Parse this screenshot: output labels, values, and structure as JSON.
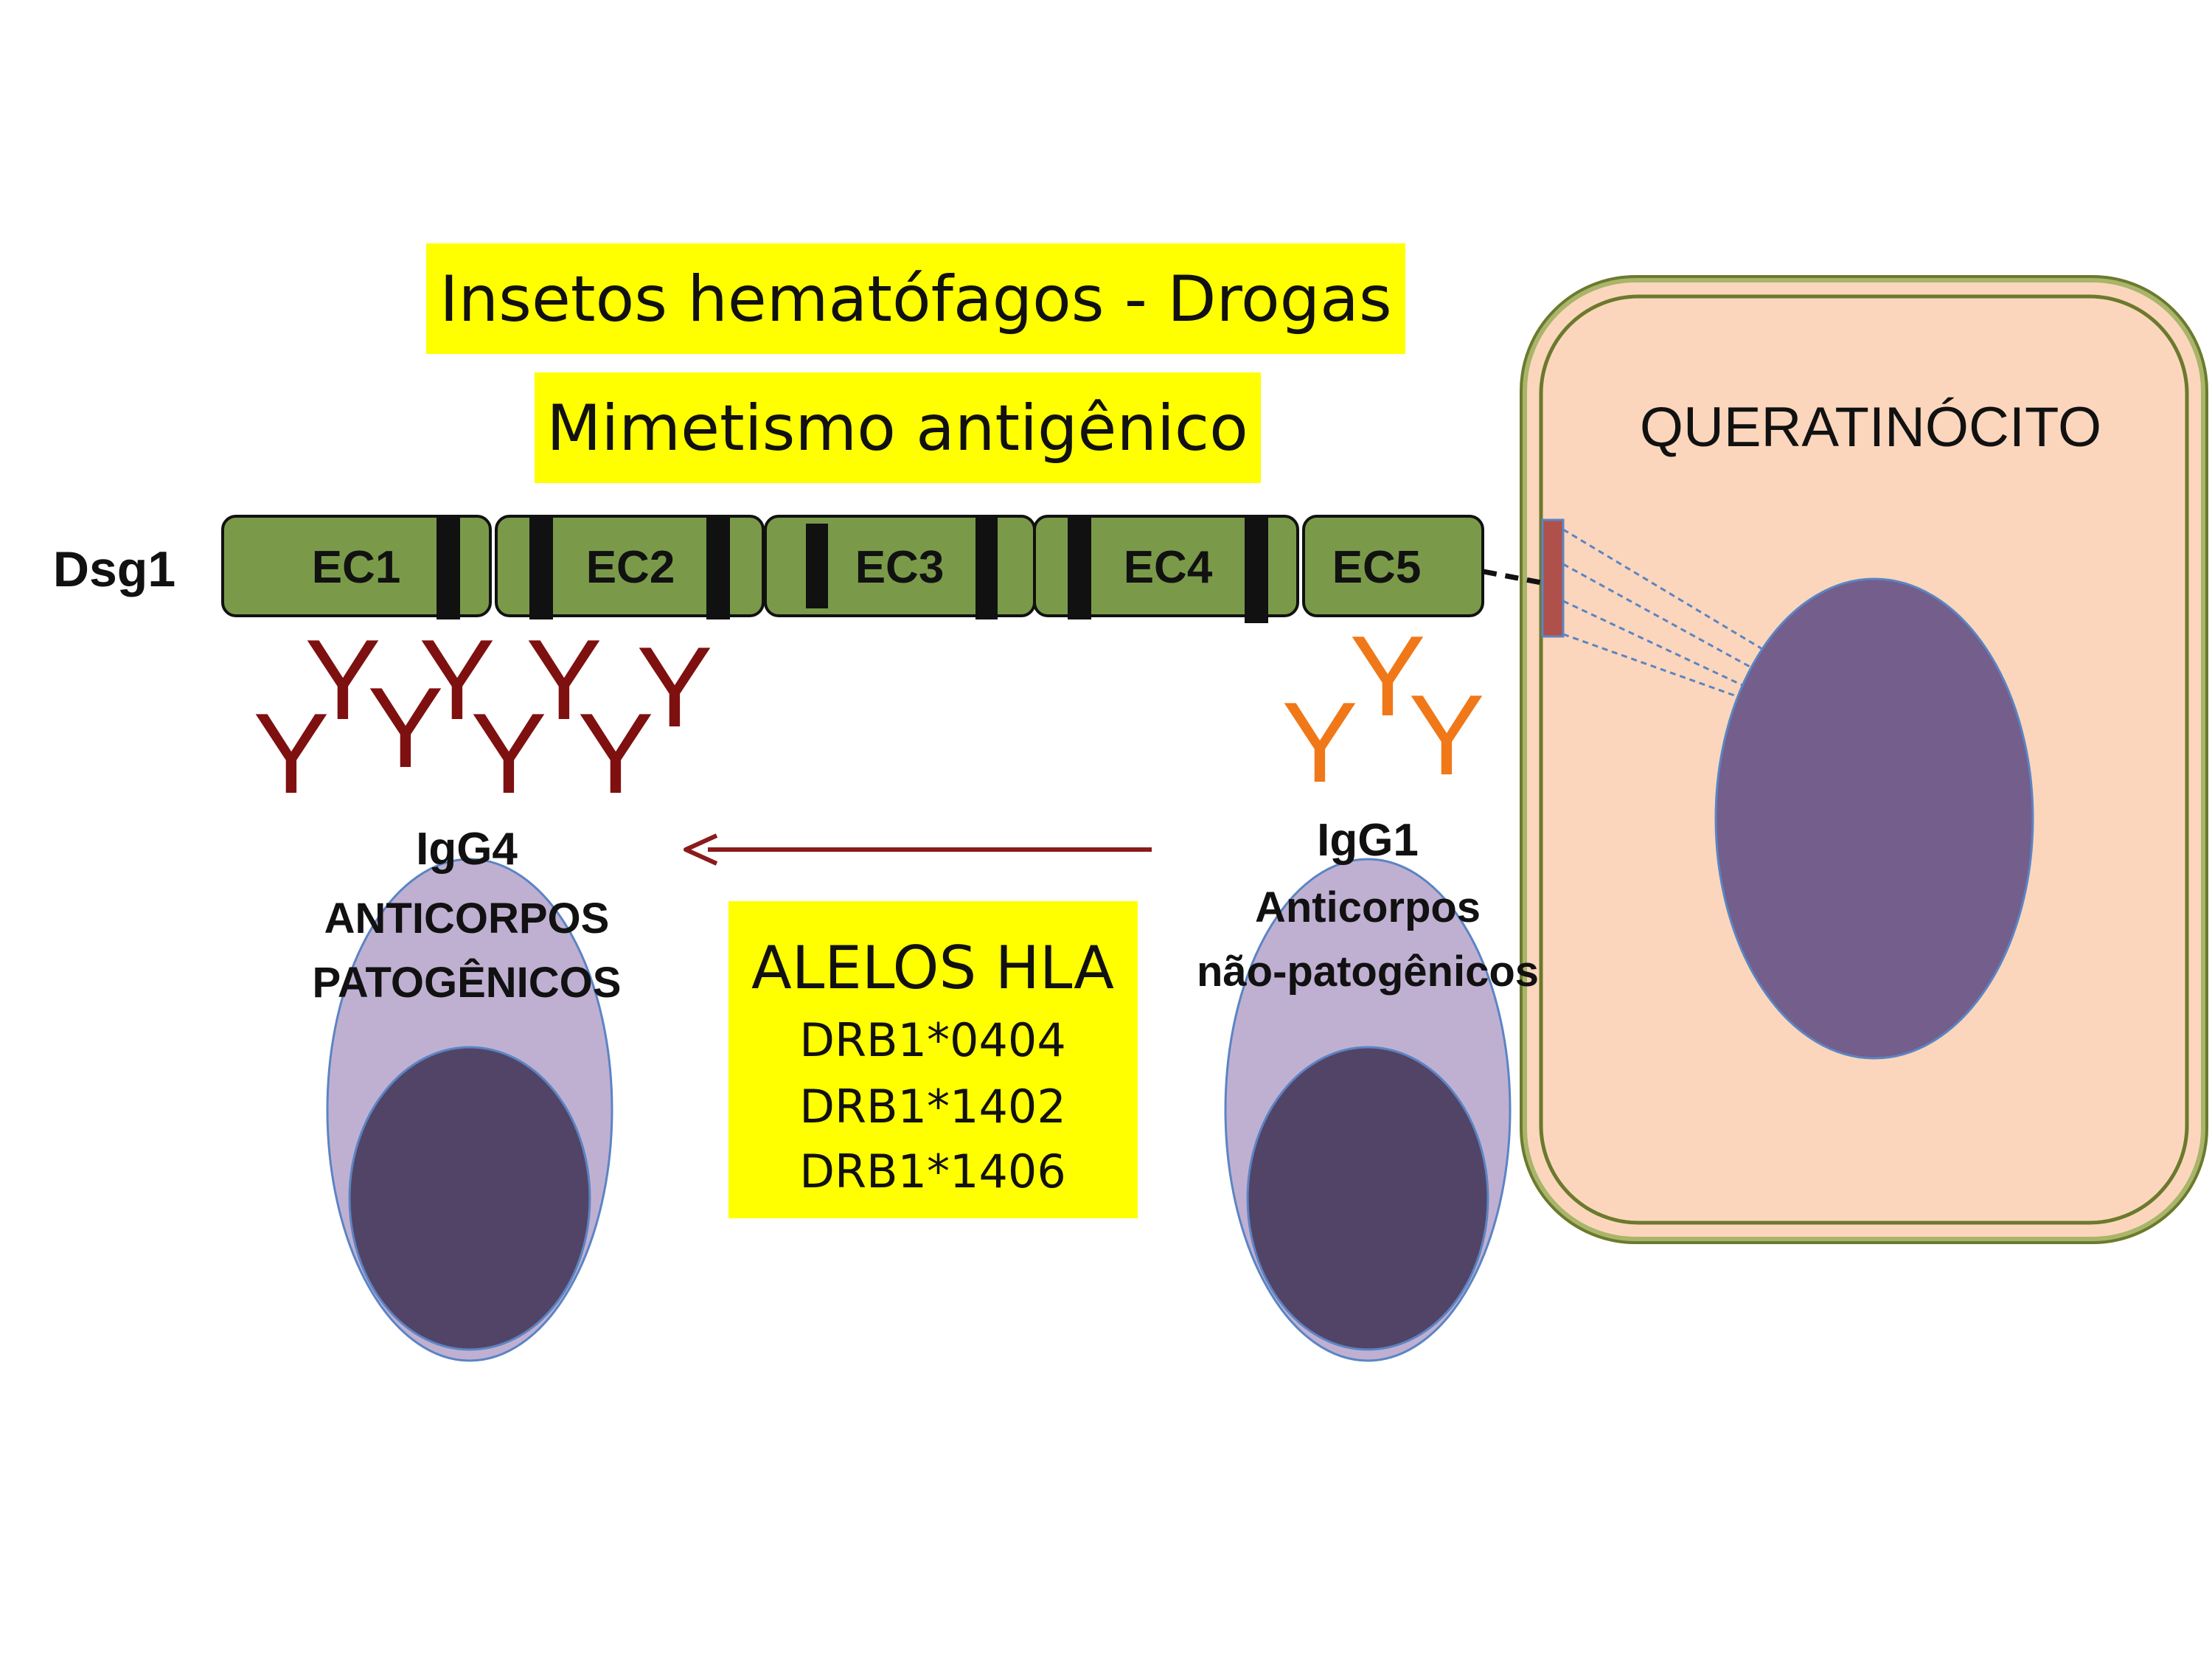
{
  "banner_top": "Insetos hematófagos  -  Drogas",
  "banner_mimicry": "Mimetismo antigênico",
  "protein_label": "Dsg1",
  "domains": [
    "EC1",
    "EC2",
    "EC3",
    "EC4",
    "EC5"
  ],
  "igg4": {
    "title": "IgG4",
    "line1": "ANTICORPOS",
    "line2": "PATOGÊNICOS",
    "antibody_glyph": "Y",
    "antibody_count": 8
  },
  "igg1": {
    "title": "IgG1",
    "line1": "Anticorpos",
    "line2": "não-patogênicos",
    "antibody_glyph": "Y",
    "antibody_count": 3
  },
  "hla_box": {
    "title": "ALELOS HLA",
    "alleles": [
      "DRB1*0404",
      "DRB1*1402",
      "DRB1*1406"
    ]
  },
  "cell_label": "QUERATINÓCITO",
  "colors": {
    "highlight": "#ffff00",
    "domain_fill": "#7a9a4a",
    "igg4_antibody": "#7f1010",
    "igg1_antibody": "#f07818",
    "arrow": "#8b1a1a",
    "cell_fill": "#fbd6bc",
    "cell_border": "#6b7a2c",
    "nucleus_fill": "#735e8c",
    "bcell_outer": "#bfb0d2",
    "bcell_inner": "#524466"
  }
}
